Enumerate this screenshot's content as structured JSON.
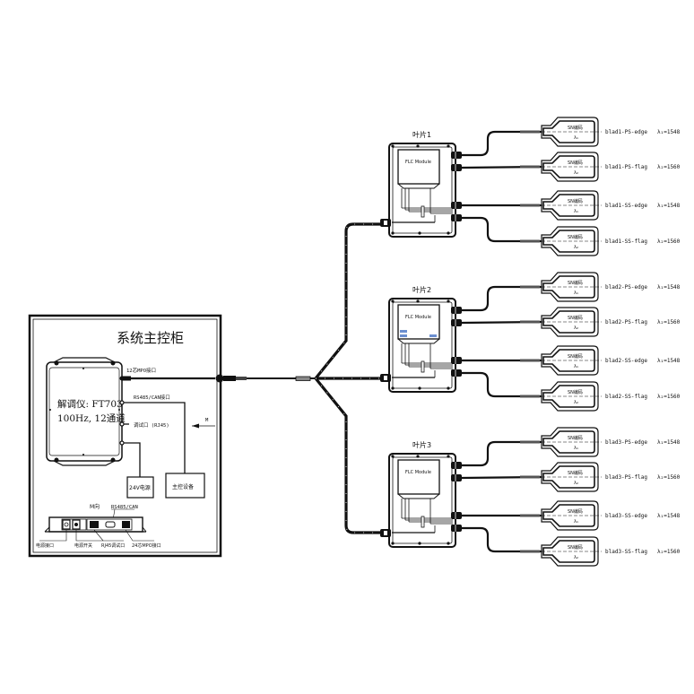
{
  "cabinet": {
    "title": "系统主控柜",
    "demodulator": {
      "line1": "解调仪: FT703",
      "line2": "100Hz, 12通道"
    },
    "ports": {
      "mpo12": "12芯MPO接口",
      "rs485_can": "RS485/CAN接口",
      "debug": "调试口 (RJ45)"
    },
    "direction_arrow": "M",
    "power_box": "24V电源",
    "controller_box": "主控设备",
    "m_view": {
      "title": "M向",
      "rs485_label": "RS485/CAN",
      "labels": [
        "电源接口",
        "电源开关",
        "RJ45调试口",
        "24芯MPO接口"
      ]
    }
  },
  "blades": [
    {
      "title": "叶片1",
      "module_label": "FLC Module",
      "sensors": [
        {
          "box_top": "SN编码",
          "box_bottom": "λ₁",
          "label": "blad1-PS-edge",
          "wavelength": "λ₁=1548"
        },
        {
          "box_top": "SN编码",
          "box_bottom": "λ₂",
          "label": "blad1-PS-flag",
          "wavelength": "λ₂=1560"
        },
        {
          "box_top": "SN编码",
          "box_bottom": "λ₁",
          "label": "blad1-SS-edge",
          "wavelength": "λ₁=1548"
        },
        {
          "box_top": "SN编码",
          "box_bottom": "λ₂",
          "label": "blad1-SS-flag",
          "wavelength": "λ₂=1560"
        }
      ]
    },
    {
      "title": "叶片2",
      "module_label": "FLC Module",
      "sensors": [
        {
          "box_top": "SN编码",
          "box_bottom": "λ₁",
          "label": "blad2-PS-edge",
          "wavelength": "λ₁=1548"
        },
        {
          "box_top": "SN编码",
          "box_bottom": "λ₂",
          "label": "blad2-PS-flag",
          "wavelength": "λ₂=1560"
        },
        {
          "box_top": "SN编码",
          "box_bottom": "λ₁",
          "label": "blad2-SS-edge",
          "wavelength": "λ₁=1548"
        },
        {
          "box_top": "SN编码",
          "box_bottom": "λ₂",
          "label": "blad2-SS-flag",
          "wavelength": "λ₂=1560"
        }
      ]
    },
    {
      "title": "叶片3",
      "module_label": "FLC Module",
      "sensors": [
        {
          "box_top": "SN编码",
          "box_bottom": "λ₁",
          "label": "blad3-PS-edge",
          "wavelength": "λ₁=1548"
        },
        {
          "box_top": "SN编码",
          "box_bottom": "λ₂",
          "label": "blad3-PS-flag",
          "wavelength": "λ₂=1560"
        },
        {
          "box_top": "SN编码",
          "box_bottom": "λ₁",
          "label": "blad3-SS-edge",
          "wavelength": "λ₁=1548"
        },
        {
          "box_top": "SN编码",
          "box_bottom": "λ₂",
          "label": "blad3-SS-flag",
          "wavelength": "λ₂=1560"
        }
      ]
    }
  ]
}
